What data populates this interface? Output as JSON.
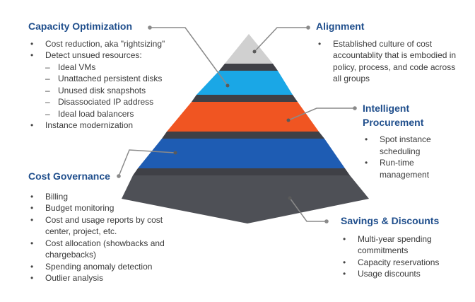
{
  "sections": {
    "capacity": {
      "heading": "Capacity Optimization",
      "items": [
        "Cost reduction, aka \"rightsizing\"",
        "Detect unsued resources:",
        "Ideal VMs",
        "Unattached persistent disks",
        "Unused disk snapshots",
        "Disassociated IP address",
        "Ideal load balancers",
        "Instance modernization"
      ]
    },
    "governance": {
      "heading": "Cost Governance",
      "items": [
        "Billing",
        "Budget monitoring",
        "Cost and usage reports by cost center, project, etc.",
        "Cost allocation (showbacks and chargebacks)",
        "Spending anomaly detection",
        "Outlier analysis"
      ]
    },
    "alignment": {
      "heading": "Alignment",
      "items": [
        "Established culture of cost accountablity that is embodied in policy, process, and code across all groups"
      ]
    },
    "procurement": {
      "heading": "Intelligent Procurement",
      "items": [
        "Spot instance scheduling",
        "Run-time management"
      ]
    },
    "savings": {
      "heading": "Savings & Discounts",
      "items": [
        "Multi-year spending commitments",
        "Capacity reservations",
        "Usage discounts"
      ]
    }
  },
  "colors": {
    "tier_top": "#d0d0d0",
    "tier_cyan": "#1aa7e6",
    "tier_orange": "#f05522",
    "tier_blue": "#1e5cb3",
    "tier_base": "#4e5056",
    "tier_separator": "#3f4046",
    "connector": "#8a8a8a",
    "heading": "#1f4e8c"
  }
}
